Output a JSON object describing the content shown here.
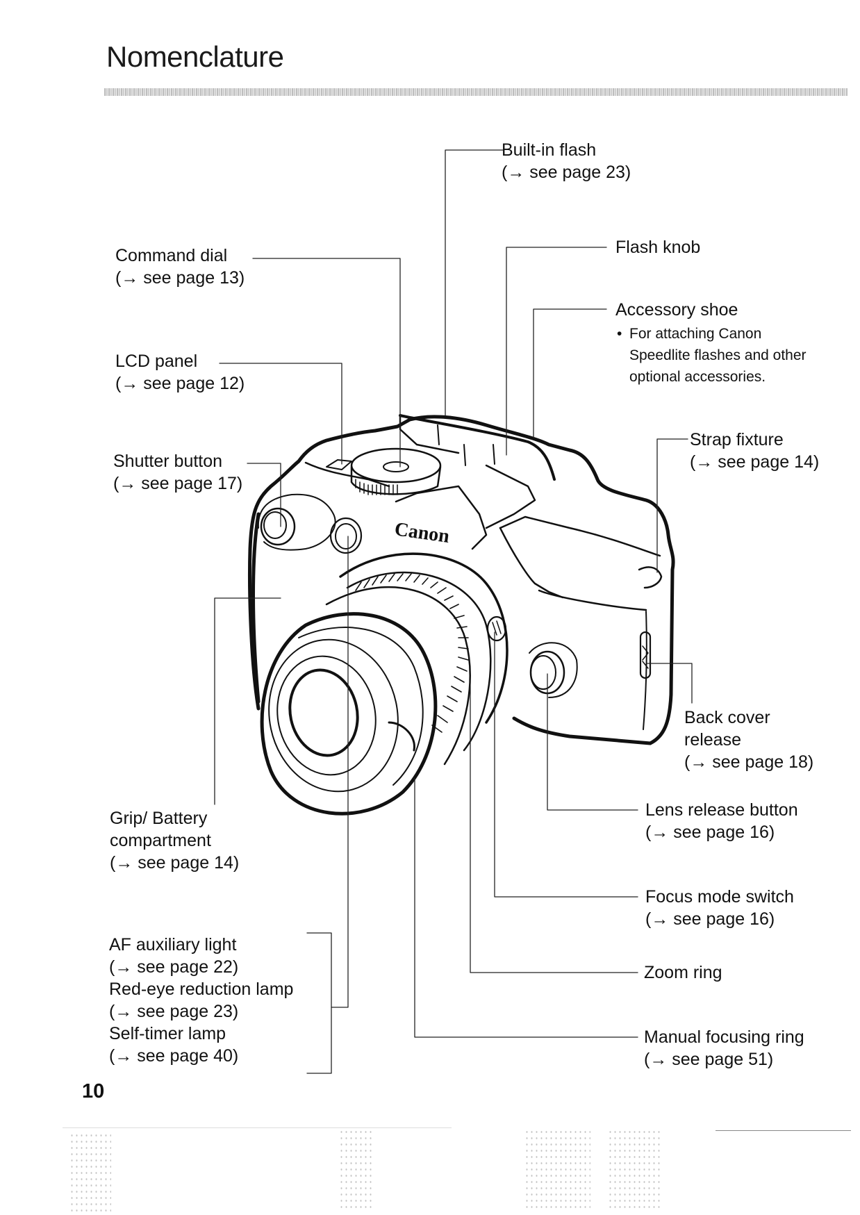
{
  "page": {
    "title": "Nomenclature",
    "page_number": "10"
  },
  "labels": {
    "built_in_flash": {
      "name": "Built-in flash",
      "ref": "(→ see page 23)"
    },
    "flash_knob": {
      "name": "Flash knob"
    },
    "accessory_shoe": {
      "name": "Accessory shoe",
      "bullet": "•",
      "note_lines": [
        "For attaching Canon",
        "Speedlite flashes and other",
        "optional accessories."
      ]
    },
    "command_dial": {
      "name": "Command dial",
      "ref": "(→ see page 13)"
    },
    "lcd_panel": {
      "name": "LCD panel",
      "ref": "(→ see page 12)"
    },
    "shutter_button": {
      "name": "Shutter button",
      "ref": "(→ see page 17)"
    },
    "strap_fixture": {
      "name": "Strap fixture",
      "ref": "(→ see page 14)"
    },
    "back_cover_release": {
      "name_line1": "Back cover",
      "name_line2": "release",
      "ref": "(→ see page 18)"
    },
    "grip_battery": {
      "name_line1": "Grip/ Battery",
      "name_line2": "compartment",
      "ref": "(→ see page 14)"
    },
    "lens_release_button": {
      "name": "Lens release button",
      "ref": "(→ see page 16)"
    },
    "focus_mode_switch": {
      "name": "Focus mode switch",
      "ref": "(→ see page 16)"
    },
    "zoom_ring": {
      "name": "Zoom ring"
    },
    "manual_focusing_ring": {
      "name": "Manual focusing ring",
      "ref": "(→ see page 51)"
    },
    "front_lamp_group": [
      {
        "name": "AF auxiliary light",
        "ref": "(→ see page 22)"
      },
      {
        "name": "Red-eye reduction lamp",
        "ref": "(→ see page 23)"
      },
      {
        "name": "Self-timer lamp",
        "ref": "(→ see page 40)"
      }
    ]
  },
  "illustration": {
    "subject": "camera-body-with-zoom-lens",
    "brand_text": "Canon"
  }
}
